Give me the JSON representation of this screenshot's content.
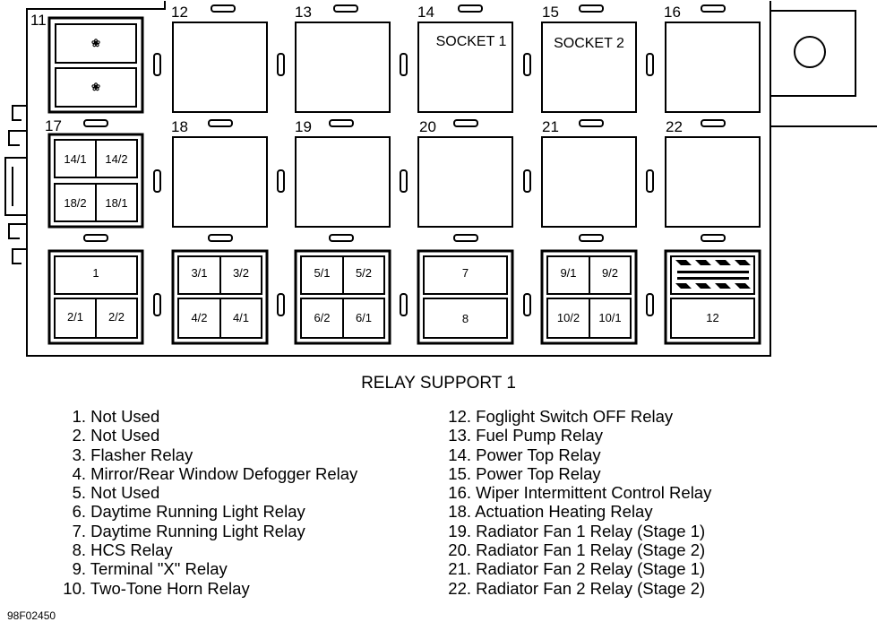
{
  "title": "RELAY SUPPORT 1",
  "figure_code": "98F02450",
  "positions": {
    "p11": "11",
    "p12": "12",
    "p13": "13",
    "p14": "14",
    "p15": "15",
    "p16": "16",
    "p17": "17",
    "p18": "18",
    "p19": "19",
    "p20": "20",
    "p21": "21",
    "p22": "22"
  },
  "socket_labels": {
    "s14": "SOCKET 1",
    "s15": "SOCKET 2"
  },
  "fuse_labels": {
    "f1": "1",
    "f2_1": "2/1",
    "f2_2": "2/2",
    "f3_1": "3/1",
    "f3_2": "3/2",
    "f4_2": "4/2",
    "f4_1": "4/1",
    "f5_1": "5/1",
    "f5_2": "5/2",
    "f6_2": "6/2",
    "f6_1": "6/1",
    "f7": "7",
    "f8": "8",
    "f9_1": "9/1",
    "f9_2": "9/2",
    "f10_2": "10/2",
    "f10_1": "10/1",
    "f12": "12",
    "f14_1": "14/1",
    "f14_2": "14/2",
    "f18_2": "18/2",
    "f18_1": "18/1"
  },
  "legend_left": [
    {
      "n": "1.",
      "t": "Not Used"
    },
    {
      "n": "2.",
      "t": "Not Used"
    },
    {
      "n": "3.",
      "t": "Flasher Relay"
    },
    {
      "n": "4.",
      "t": "Mirror/Rear Window Defogger Relay"
    },
    {
      "n": "5.",
      "t": "Not Used"
    },
    {
      "n": "6.",
      "t": "Daytime Running Light Relay"
    },
    {
      "n": "7.",
      "t": "Daytime Running Light Relay"
    },
    {
      "n": "8.",
      "t": "HCS Relay"
    },
    {
      "n": "9.",
      "t": "Terminal \"X\" Relay"
    },
    {
      "n": "10.",
      "t": "Two-Tone Horn Relay"
    }
  ],
  "legend_right": [
    {
      "n": "12.",
      "t": "Foglight Switch OFF Relay"
    },
    {
      "n": "13.",
      "t": "Fuel Pump Relay"
    },
    {
      "n": "14.",
      "t": "Power Top Relay"
    },
    {
      "n": "15.",
      "t": "Power Top Relay"
    },
    {
      "n": "16.",
      "t": "Wiper Intermittent Control Relay"
    },
    {
      "n": "18.",
      "t": "Actuation Heating Relay"
    },
    {
      "n": "19.",
      "t": "Radiator Fan 1 Relay (Stage 1)"
    },
    {
      "n": "20.",
      "t": "Radiator Fan 1 Relay (Stage 2)"
    },
    {
      "n": "21.",
      "t": "Radiator Fan 2 Relay (Stage 1)"
    },
    {
      "n": "22.",
      "t": "Radiator Fan 2 Relay (Stage 2)"
    }
  ]
}
